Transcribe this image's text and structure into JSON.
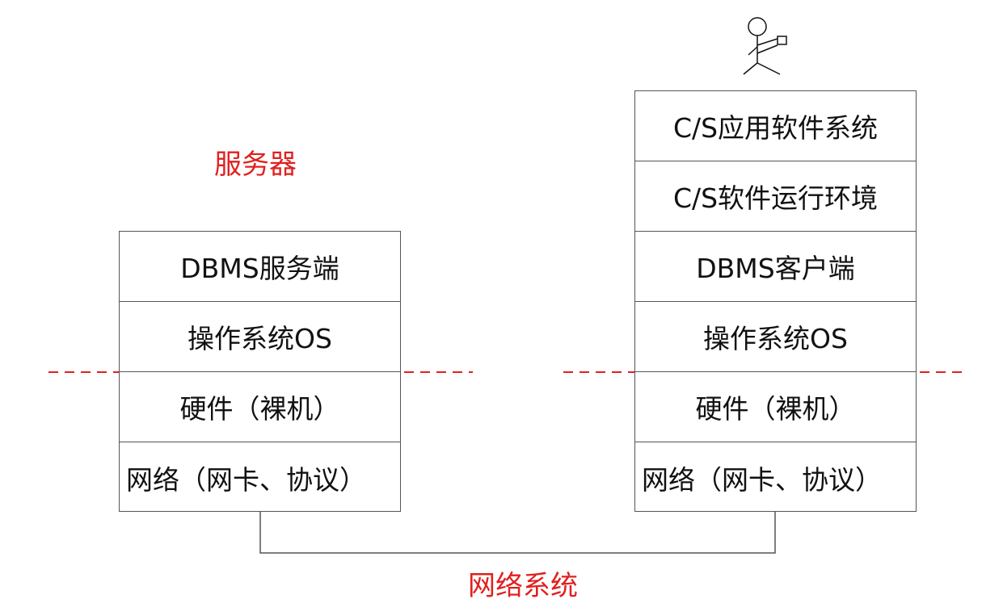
{
  "server": {
    "label": "服务器",
    "layers": [
      "DBMS服务端",
      "操作系统OS",
      "硬件（裸机）",
      "网络（网卡、协议）"
    ]
  },
  "client": {
    "layers": [
      "C/S应用软件系统",
      "C/S软件运行环境",
      "DBMS客户端",
      "操作系统OS",
      "硬件（裸机）",
      "网络（网卡、协议）"
    ]
  },
  "network": {
    "label": "网络系统"
  },
  "colors": {
    "accent_red": "#e02020",
    "border": "#555555"
  },
  "icons": {
    "user": "stick-figure-user-icon"
  }
}
